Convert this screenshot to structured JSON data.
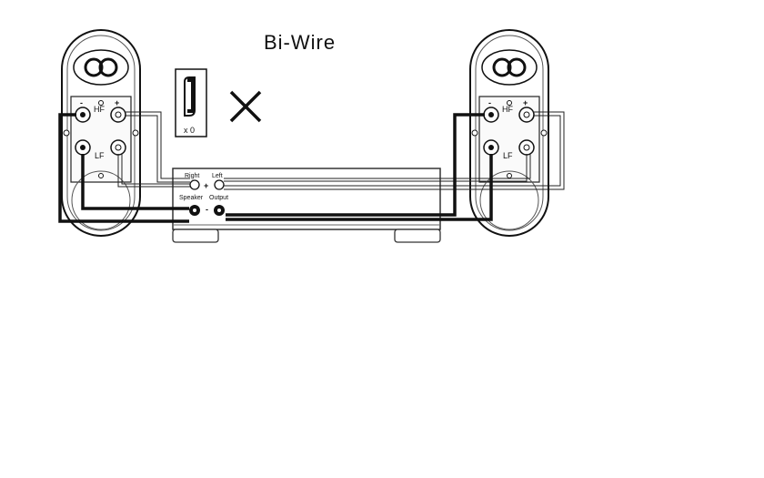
{
  "diagram": {
    "title": "Bi-Wire",
    "jumper_count_label": "x 0",
    "speaker_left": {
      "hf_label": "HF",
      "lf_label": "LF",
      "minus_label": "-",
      "plus_label": "+"
    },
    "speaker_right": {
      "hf_label": "HF",
      "lf_label": "LF",
      "minus_label": "-",
      "plus_label": "+"
    },
    "amplifier": {
      "right_label": "Right",
      "left_label": "Left",
      "plus_label": "+",
      "minus_label": "-",
      "speaker_label": "Speaker",
      "output_label": "Output"
    }
  }
}
